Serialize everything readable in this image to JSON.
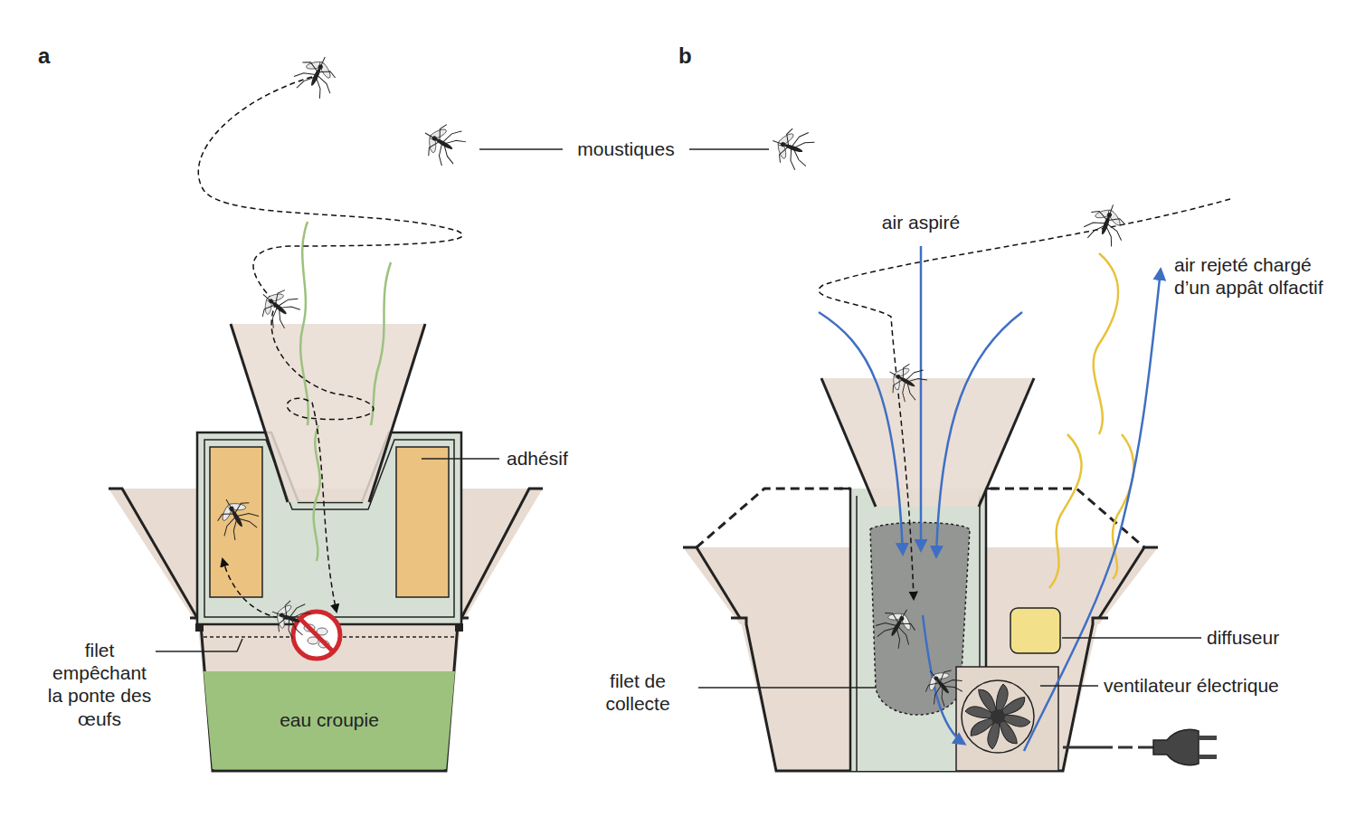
{
  "diagram": {
    "nodes": [
      {
        "text": [
          "eau croupie"
        ]
      }
    ],
    "labels": [
      "a",
      "b",
      "moustiques",
      "adhésif",
      "filet empêchant la ponte des œufs",
      "air aspiré",
      "air rejeté chargé d’un appât olfactif",
      "diffuseur",
      "ventilateur électrique",
      "filet de collecte"
    ]
  }
}
